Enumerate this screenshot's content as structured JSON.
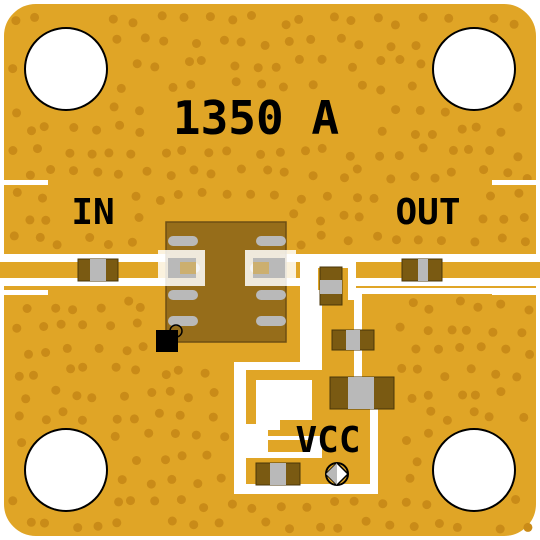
{
  "board": {
    "part_number": "1350 A",
    "input_label": "IN",
    "output_label": "OUT",
    "supply_label": "VCC"
  },
  "colors": {
    "copper": "#e0a526",
    "via": "#c98b18",
    "trace": "#ffffff",
    "chip_body": "#8a6418",
    "component_dark": "#7a5a12",
    "component_light": "#b9b9b9",
    "silkscreen": "#000000"
  }
}
